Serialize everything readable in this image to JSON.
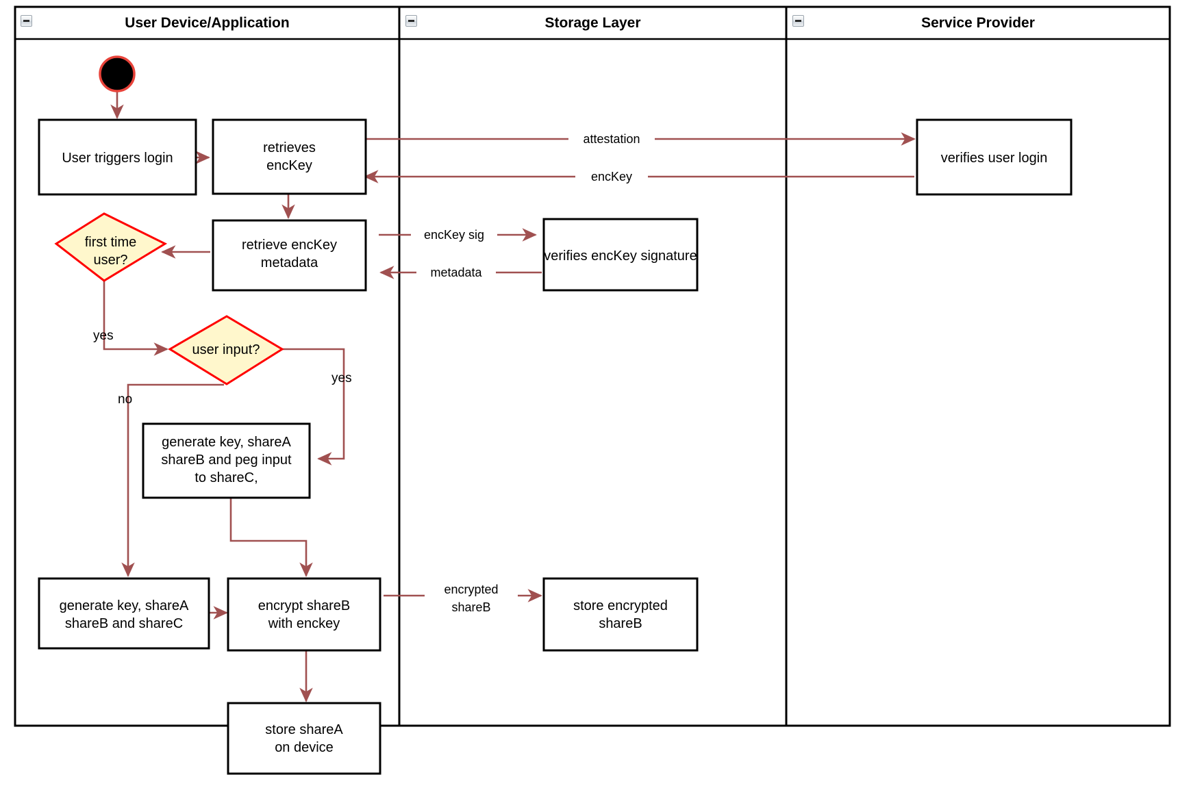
{
  "diagram": {
    "title": "Login and key share provisioning activity diagram",
    "type": "uml-activity-swimlane",
    "colors": {
      "edge": "#a05050",
      "decision_fill": "#fff7cc",
      "decision_stroke": "#ff0000",
      "node_stroke": "#000000",
      "node_fill": "#ffffff",
      "start_fill": "#000000",
      "start_stroke": "#e8433a",
      "lane_border": "#000000",
      "canvas": "#ffffff"
    }
  },
  "lanes": [
    {
      "id": "user-device",
      "label": "User Device/Application",
      "collapse_icon": "collapse-minus-icon"
    },
    {
      "id": "storage-layer",
      "label": "Storage Layer",
      "collapse_icon": "collapse-minus-icon"
    },
    {
      "id": "service-provider",
      "label": "Service Provider",
      "collapse_icon": "collapse-minus-icon"
    }
  ],
  "nodes": [
    {
      "id": "start",
      "type": "initial-node",
      "lane": "user-device",
      "label": ""
    },
    {
      "id": "user-triggers-login",
      "type": "action",
      "lane": "user-device",
      "label": "User triggers login"
    },
    {
      "id": "retrieves-enckey",
      "type": "action",
      "lane": "user-device",
      "label": "retrieves\nencKey"
    },
    {
      "id": "retrieve-enckey-metadata",
      "type": "action",
      "lane": "user-device",
      "label": "retrieve encKey\nmetadata"
    },
    {
      "id": "first-time-user",
      "type": "decision",
      "lane": "user-device",
      "label": "first time\nuser?"
    },
    {
      "id": "user-input",
      "type": "decision",
      "lane": "user-device",
      "label": "user input?"
    },
    {
      "id": "generate-peg",
      "type": "action",
      "lane": "user-device",
      "label": "generate key, shareA\nshareB and peg input\nto shareC,"
    },
    {
      "id": "generate-shares",
      "type": "action",
      "lane": "user-device",
      "label": "generate key, shareA\nshareB and shareC"
    },
    {
      "id": "encrypt-shareb",
      "type": "action",
      "lane": "user-device",
      "label": "encrypt shareB\nwith enckey"
    },
    {
      "id": "store-sharea",
      "type": "action",
      "lane": "user-device",
      "label": "store shareA\non device"
    },
    {
      "id": "verifies-enckey-signature",
      "type": "action",
      "lane": "storage-layer",
      "label": "verifies encKey signature"
    },
    {
      "id": "store-encrypted-shareb",
      "type": "action",
      "lane": "storage-layer",
      "label": "store encrypted\nshareB"
    },
    {
      "id": "verifies-user-login",
      "type": "action",
      "lane": "service-provider",
      "label": "verifies user login"
    }
  ],
  "node_text": {
    "user_triggers_login": "User triggers login",
    "retrieves_enckey_l1": "retrieves",
    "retrieves_enckey_l2": "encKey",
    "retrieve_metadata_l1": "retrieve encKey",
    "retrieve_metadata_l2": "metadata",
    "first_time_user_l1": "first time",
    "first_time_user_l2": "user?",
    "user_input": "user input?",
    "generate_peg_l1": "generate key, shareA",
    "generate_peg_l2": "shareB and peg input",
    "generate_peg_l3": "to shareC,",
    "generate_shares_l1": "generate key, shareA",
    "generate_shares_l2": "shareB and shareC",
    "encrypt_shareb_l1": "encrypt shareB",
    "encrypt_shareb_l2": "with enckey",
    "store_sharea_l1": "store shareA",
    "store_sharea_l2": "on device",
    "verifies_enckey_signature": "verifies encKey signature",
    "store_encrypted_shareb_l1": "store encrypted",
    "store_encrypted_shareb_l2": "shareB",
    "verifies_user_login": "verifies user login"
  },
  "edge_labels": {
    "attestation": "attestation",
    "enckey": "encKey",
    "enckey_sig": "encKey sig",
    "metadata": "metadata",
    "encrypted_shareb_l1": "encrypted",
    "encrypted_shareb_l2": "shareB",
    "yes_first_time": "yes",
    "yes_user_input": "yes",
    "no_user_input": "no"
  },
  "edges": [
    {
      "from": "start",
      "to": "user-triggers-login",
      "label": ""
    },
    {
      "from": "user-triggers-login",
      "to": "retrieves-enckey",
      "label": ""
    },
    {
      "from": "retrieves-enckey",
      "to": "verifies-user-login",
      "label": "attestation"
    },
    {
      "from": "verifies-user-login",
      "to": "retrieves-enckey",
      "label": "encKey"
    },
    {
      "from": "retrieves-enckey",
      "to": "retrieve-enckey-metadata",
      "label": ""
    },
    {
      "from": "retrieve-enckey-metadata",
      "to": "verifies-enckey-signature",
      "label": "encKey sig"
    },
    {
      "from": "verifies-enckey-signature",
      "to": "retrieve-enckey-metadata",
      "label": "metadata"
    },
    {
      "from": "retrieve-enckey-metadata",
      "to": "first-time-user",
      "label": ""
    },
    {
      "from": "first-time-user",
      "to": "user-input",
      "label": "yes"
    },
    {
      "from": "user-input",
      "to": "generate-peg",
      "label": "yes"
    },
    {
      "from": "user-input",
      "to": "generate-shares",
      "label": "no"
    },
    {
      "from": "generate-peg",
      "to": "encrypt-shareb",
      "label": ""
    },
    {
      "from": "generate-shares",
      "to": "encrypt-shareb",
      "label": ""
    },
    {
      "from": "encrypt-shareb",
      "to": "store-encrypted-shareb",
      "label": "encrypted shareB"
    },
    {
      "from": "encrypt-shareb",
      "to": "store-sharea",
      "label": ""
    }
  ]
}
